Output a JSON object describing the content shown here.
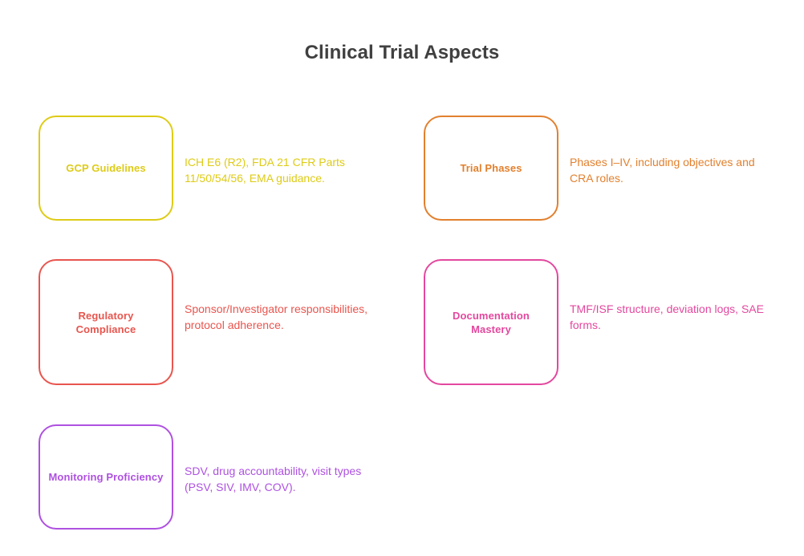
{
  "header": {
    "title": "Clinical Trial Aspects",
    "title_color": "#404040"
  },
  "aspects": [
    {
      "id": "gcp-guidelines",
      "title": "GCP Guidelines",
      "description": "ICH E6 (R2), FDA 21 CFR Parts 11/50/54/56, EMA guidance.",
      "color": "#DECB17",
      "column": "left",
      "row": 1
    },
    {
      "id": "trial-phases",
      "title": "Trial Phases",
      "description": "Phases I–IV, including objectives and CRA roles.",
      "color": "#E2802E",
      "column": "right",
      "row": 1
    },
    {
      "id": "regulatory-compliance",
      "title": "Regulatory Compliance",
      "description": "Sponsor/Investigator responsibilities, protocol adherence.",
      "color": "#E8554E",
      "column": "left",
      "row": 2
    },
    {
      "id": "documentation-mastery",
      "title": "Documentation Mastery",
      "description": "TMF/ISF structure, deviation logs, SAE forms.",
      "color": "#E3489E",
      "column": "right",
      "row": 2
    },
    {
      "id": "monitoring-proficiency",
      "title": "Monitoring Proficiency",
      "description": "SDV, drug accountability, visit types (PSV, SIV, IMV, COV).",
      "color": "#AE51E0",
      "column": "left",
      "row": 3
    }
  ],
  "background_color": "#FFFFFF"
}
